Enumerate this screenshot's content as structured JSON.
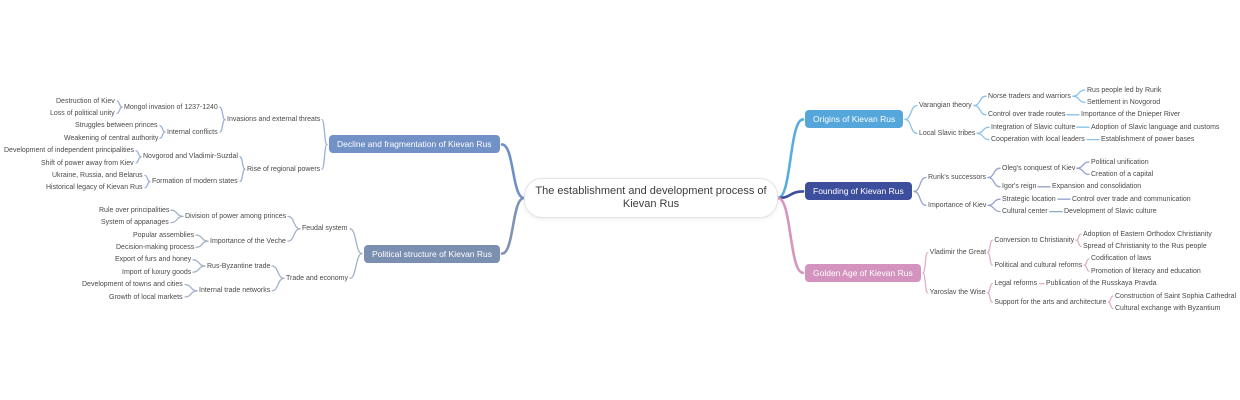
{
  "title": "The establishment and development process of Kievan Rus",
  "colors": {
    "canvas": "#ffffff",
    "label_text": "#4a4a4a",
    "center_bg": "#ffffff",
    "center_border": "#e4e4e4"
  },
  "branches": [
    {
      "label": "Origins of Kievan Rus",
      "side": "right",
      "color": "#55A7DB",
      "link_color": "#5BACE0",
      "sublink_color": "#8AC3EA",
      "children": [
        {
          "label": "Varangian theory",
          "children": [
            {
              "label": "Norse traders and warriors",
              "children": [
                {
                  "label": "Rus people led by Rurik"
                },
                {
                  "label": "Settlement in Novgorod"
                }
              ]
            },
            {
              "label": "Control over trade routes",
              "children": [
                {
                  "label": "Importance of the Dnieper River"
                }
              ]
            }
          ]
        },
        {
          "label": "Local Slavic tribes",
          "children": [
            {
              "label": "Integration of Slavic culture",
              "children": [
                {
                  "label": "Adoption of Slavic language and customs"
                }
              ]
            },
            {
              "label": "Cooperation with local leaders",
              "children": [
                {
                  "label": "Establishment of power bases"
                }
              ]
            }
          ]
        }
      ]
    },
    {
      "label": "Founding of Kievan Rus",
      "side": "right",
      "color": "#3D4E9D",
      "link_color": "#3D4E9D",
      "sublink_color": "#96A2CC",
      "children": [
        {
          "label": "Rurik's successors",
          "children": [
            {
              "label": "Oleg's conquest of Kiev",
              "children": [
                {
                  "label": "Political unification"
                },
                {
                  "label": "Creation of a capital"
                }
              ]
            },
            {
              "label": "Igor's reign",
              "children": [
                {
                  "label": "Expansion and consolidation"
                }
              ]
            }
          ]
        },
        {
          "label": "Importance of Kiev",
          "children": [
            {
              "label": "Strategic location",
              "children": [
                {
                  "label": "Control over trade and communication"
                }
              ]
            },
            {
              "label": "Cultural center",
              "children": [
                {
                  "label": "Development of Slavic culture"
                }
              ]
            }
          ]
        }
      ]
    },
    {
      "label": "Golden Age of Kievan Rus",
      "side": "right",
      "color": "#D493BE",
      "link_color": "#D795BE",
      "sublink_color": "#E2AECB",
      "children": [
        {
          "label": "Vladimir the Great",
          "children": [
            {
              "label": "Conversion to Christianity",
              "children": [
                {
                  "label": "Adoption of Eastern Orthodox Christianity"
                },
                {
                  "label": "Spread of Christianity to the Rus people"
                }
              ]
            },
            {
              "label": "Political and cultural reforms",
              "children": [
                {
                  "label": "Codification of laws"
                },
                {
                  "label": "Promotion of literacy and education"
                }
              ]
            }
          ]
        },
        {
          "label": "Yaroslav the Wise",
          "children": [
            {
              "label": "Legal reforms",
              "children": [
                {
                  "label": "Publication of the Russkaya Pravda"
                }
              ]
            },
            {
              "label": "Support for the arts and architecture",
              "children": [
                {
                  "label": "Construction of Saint Sophia Cathedral"
                },
                {
                  "label": "Cultural exchange with Byzantium"
                }
              ]
            }
          ]
        }
      ]
    },
    {
      "label": "Decline and fragmentation of Kievan Rus",
      "side": "left",
      "color": "#7191C7",
      "link_color": "#6E90C8",
      "sublink_color": "#9AB1DA",
      "children": [
        {
          "label": "Invasions and external threats",
          "children": [
            {
              "label": "Mongol invasion of 1237-1240",
              "children": [
                {
                  "label": "Destruction of Kiev"
                },
                {
                  "label": "Loss of political unity"
                }
              ]
            },
            {
              "label": "Internal conflicts",
              "children": [
                {
                  "label": "Struggles between princes"
                },
                {
                  "label": "Weakening of central authority"
                }
              ]
            }
          ]
        },
        {
          "label": "Rise of regional powers",
          "children": [
            {
              "label": "Novgorod and Vladimir-Suzdal",
              "children": [
                {
                  "label": "Development of independent principalities"
                },
                {
                  "label": "Shift of power away from Kiev"
                }
              ]
            },
            {
              "label": "Formation of modern states",
              "children": [
                {
                  "label": "Ukraine, Russia, and Belarus"
                },
                {
                  "label": "Historical legacy of Kievan Rus"
                }
              ]
            }
          ]
        }
      ]
    },
    {
      "label": "Political structure of Kievan Rus",
      "side": "left",
      "color": "#7B8FB0",
      "link_color": "#7E92B4",
      "sublink_color": "#A3B2C9",
      "children": [
        {
          "label": "Feudal system",
          "children": [
            {
              "label": "Division of power among princes",
              "children": [
                {
                  "label": "Rule over principalities"
                },
                {
                  "label": "System of appanages"
                }
              ]
            },
            {
              "label": "Importance of the Veche",
              "children": [
                {
                  "label": "Popular assemblies"
                },
                {
                  "label": "Decision-making process"
                }
              ]
            }
          ]
        },
        {
          "label": "Trade and economy",
          "children": [
            {
              "label": "Rus-Byzantine trade",
              "children": [
                {
                  "label": "Export of furs and honey"
                },
                {
                  "label": "Import of luxury goods"
                }
              ]
            },
            {
              "label": "Internal trade networks",
              "children": [
                {
                  "label": "Development of towns and cities"
                },
                {
                  "label": "Growth of local markets"
                }
              ]
            }
          ]
        }
      ]
    }
  ]
}
